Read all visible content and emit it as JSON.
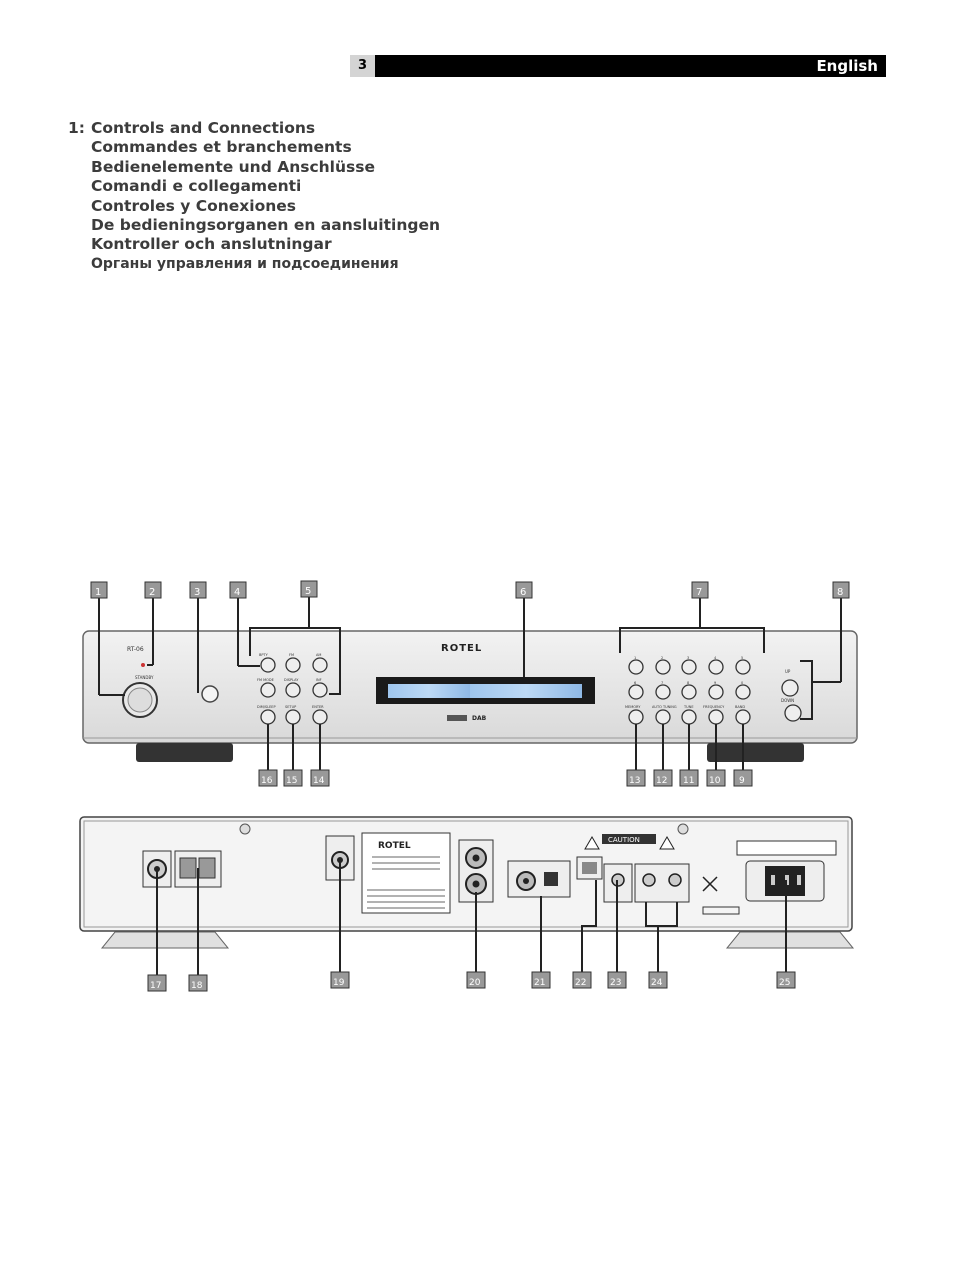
{
  "header": {
    "page_number": "3",
    "language": "English"
  },
  "section": {
    "number": "1:",
    "titles": [
      "Controls and Connections",
      "Commandes et branchements",
      "Bedienelemente und Anschlüsse",
      "Comandi e collegamenti",
      "Controles y Conexiones",
      "De bedieningsorganen en aansluitingen",
      "Kontroller och anslutningar",
      "Органы управления и подсоединения"
    ]
  },
  "front_panel": {
    "brand": "ROTEL",
    "model": "RT-06",
    "standby_label": "STANDBY",
    "logos": [
      "DAB"
    ],
    "buttons_top": [
      "BPTY",
      "FM",
      "AM"
    ],
    "buttons_mid": [
      "FM MODE",
      "DISPLAY",
      "INF"
    ],
    "buttons_low": [
      "DIM/SLEEP",
      "SETUP",
      "ENTER"
    ],
    "numeric_row1": [
      "1",
      "2",
      "3",
      "4",
      "5"
    ],
    "numeric_row2": [
      "6",
      "7",
      "8",
      "9",
      "0"
    ],
    "numeric_row3": [
      "MEMORY",
      "AUTO TUNING",
      "TUNE",
      "FREQUENCY",
      "BAND"
    ],
    "updown": [
      "UP",
      "DOWN"
    ],
    "callouts_top": [
      "1",
      "2",
      "3",
      "4",
      "5",
      "6",
      "7",
      "8"
    ],
    "callouts_bottom": [
      "16",
      "15",
      "14",
      "13",
      "12",
      "11",
      "10",
      "9"
    ]
  },
  "rear_panel": {
    "brand": "ROTEL",
    "caution": "CAUTION",
    "callouts": [
      "17",
      "18",
      "19",
      "20",
      "21",
      "22",
      "23",
      "24",
      "25"
    ]
  }
}
